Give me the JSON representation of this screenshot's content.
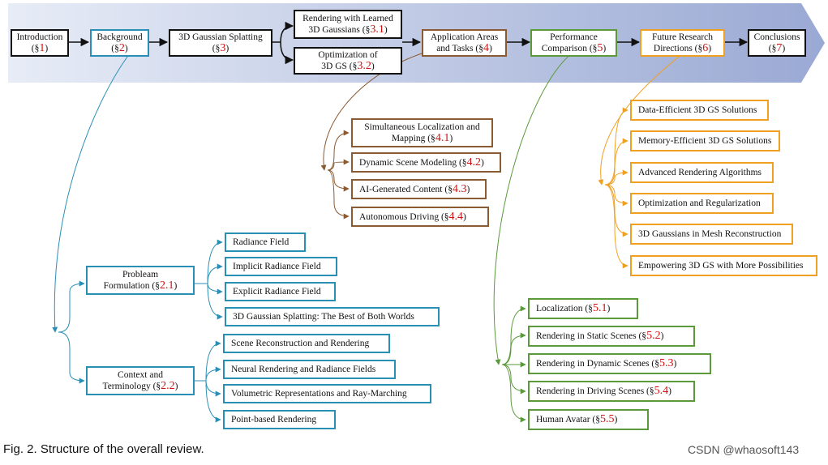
{
  "nodes": {
    "intro": {
      "l1": "Introduction",
      "l2p": "(§",
      "l2n": "1",
      "l2s": ")"
    },
    "background": {
      "l1": "Background",
      "l2p": "(§",
      "l2n": "2",
      "l2s": ")"
    },
    "gs3d": {
      "l1": "3D Gaussian Splatting",
      "l2p": "(§",
      "l2n": "3",
      "l2s": ")"
    },
    "render_learned": {
      "l1": "Rendering with Learned",
      "l2p": "3D Gaussians (§",
      "l2n": "3.1",
      "l2s": ")"
    },
    "optimization": {
      "l1": "Optimization of",
      "l2p": "3D GS (§",
      "l2n": "3.2",
      "l2s": ")"
    },
    "applications": {
      "l1": "Application Areas",
      "l2p": "and Tasks (§",
      "l2n": "4",
      "l2s": ")"
    },
    "performance": {
      "l1": "Performance",
      "l2p": "Comparison (§",
      "l2n": "5",
      "l2s": ")"
    },
    "future": {
      "l1": "Future Research",
      "l2p": "Directions (§",
      "l2n": "6",
      "l2s": ")"
    },
    "conclusions": {
      "l1": "Conclusions",
      "l2p": "(§",
      "l2n": "7",
      "l2s": ")"
    },
    "problem": {
      "l1": "Probleam",
      "l2p": "Formulation (§",
      "l2n": "2.1",
      "l2s": ")"
    },
    "context": {
      "l1": "Context and",
      "l2p": "Terminology (§",
      "l2n": "2.2",
      "l2s": ")"
    },
    "slam": {
      "l1": "Simultaneous Localization and",
      "l2p": "Mapping (§",
      "l2n": "4.1",
      "l2s": ")"
    }
  },
  "leaves": {
    "radiance_field": "Radiance Field",
    "implicit": "Implicit Radiance Field",
    "explicit": "Explicit Radiance Field",
    "best_of_both": "3D Gaussian Splatting: The Best of Both Worlds",
    "scene_recon": "Scene Reconstruction and Rendering",
    "neural_rendering": "Neural Rendering and Radiance Fields",
    "volumetric": "Volumetric Representations and Ray-Marching",
    "point_based": "Point-based Rendering",
    "data_eff": "Data-Efficient 3D GS Solutions",
    "memory_eff": "Memory-Efficient 3D GS Solutions",
    "adv_render": "Advanced Rendering Algorithms",
    "opt_reg": "Optimization and Regularization",
    "mesh": "3D Gaussians in Mesh Reconstruction",
    "empowering": "Empowering 3D GS with More Possibilities"
  },
  "sec_leaves": {
    "dynamic": {
      "text": "Dynamic Scene Modeling (§",
      "num": "4.2",
      "suf": ")"
    },
    "aigc": {
      "text": "AI-Generated Content (§",
      "num": "4.3",
      "suf": ")"
    },
    "autonomous": {
      "text": "Autonomous Driving (§",
      "num": "4.4",
      "suf": ")"
    },
    "localization": {
      "text": "Localization (§",
      "num": "5.1",
      "suf": ")"
    },
    "static": {
      "text": "Rendering in Static Scenes (§",
      "num": "5.2",
      "suf": ")"
    },
    "dynamic_scenes": {
      "text": "Rendering in Dynamic Scenes (§",
      "num": "5.3",
      "suf": ")"
    },
    "driving": {
      "text": "Rendering in Driving Scenes (§",
      "num": "5.4",
      "suf": ")"
    },
    "avatar": {
      "text": "Human Avatar (§",
      "num": "5.5",
      "suf": ")"
    }
  },
  "caption": "Fig. 2. Structure of the overall review.",
  "watermark": "CSDN @whaosoft143",
  "colors": {
    "black": "#111111",
    "blue": "#2a8fb5",
    "brown": "#8a5a33",
    "green": "#5b9a3a",
    "orange": "#f0a020",
    "section": "#d01010"
  }
}
